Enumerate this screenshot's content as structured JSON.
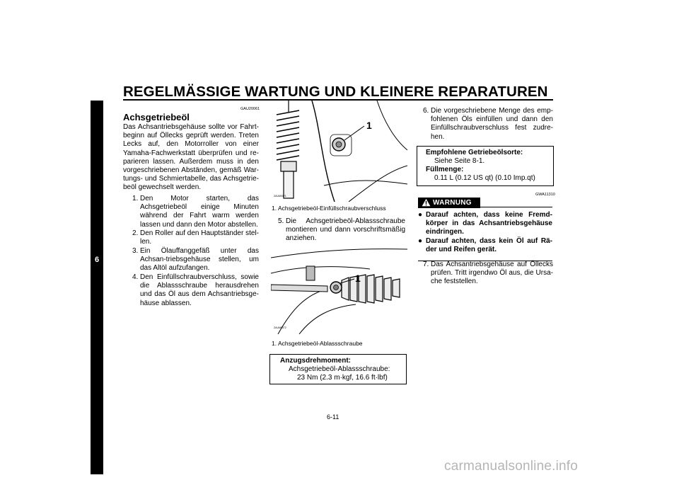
{
  "header": {
    "title": "REGELMÄSSIGE WARTUNG UND KLEINERE REPARATUREN"
  },
  "chapter_tab": "6",
  "left": {
    "code": "GAU20061",
    "heading": "Achsgetriebeöl",
    "intro": "Das Achsantriebsgehäuse sollte vor Fahrt-beginn auf Öllecks geprüft werden. Treten Lecks auf, den Motorroller von einer Yamaha-Fachwerkstatt überprüfen und re-parieren lassen. Außerdem muss in den vorgeschriebenen Abständen, gemäß War-tungs- und Schmiertabelle, das Achsgetrie-beöl gewechselt werden.",
    "steps": [
      {
        "num": "1.",
        "text": "Den Motor starten, das Achsgetriebeöl einige Minuten während der Fahrt warm werden lassen und dann den Motor abstellen."
      },
      {
        "num": "2.",
        "text": "Den Roller auf den Hauptständer stel-len."
      },
      {
        "num": "3.",
        "text": "Ein Ölauffanggefäß unter das Achsan-triebsgehäuse stellen, um das Altöl aufzufangen."
      },
      {
        "num": "4.",
        "text": "Den Einfüllschraubverschluss, sowie die Ablassschraube herausdrehen und das Öl aus dem Achsantriebsge-häuse ablassen."
      }
    ]
  },
  "middle": {
    "figure1": {
      "callout": "1",
      "code": "ZAUM0071",
      "caption": "1. Achsgetriebeöl-Einfüllschraubverschluss"
    },
    "step5": {
      "num": "5.",
      "text": "Die Achsgetriebeöl-Ablassschraube montieren und dann vorschriftsmäßig anziehen."
    },
    "figure2": {
      "callout": "1",
      "code": "ZAUM0072",
      "caption": "1. Achsgetriebeöl-Ablassschraube"
    },
    "torque_box": {
      "title": "Anzugsdrehmoment:",
      "line1": "Achsgetriebeöl-Ablassschraube:",
      "line2": "23 Nm (2.3 m·kgf, 16.6 ft·lbf)"
    }
  },
  "right": {
    "step6": {
      "num": "6.",
      "text": "Die vorgeschriebene Menge des emp-fohlenen Öls einfüllen und dann den Einfüllschraubverschluss fest zudre-hen."
    },
    "oil_box": {
      "title": "Empfohlene Getriebeölsorte:",
      "line1": "Siehe Seite 8-1.",
      "title2": "Füllmenge:",
      "line2": "0.11 L (0.12 US qt) (0.10 Imp.qt)"
    },
    "warning": {
      "code": "GWA11310",
      "label": "WARNUNG",
      "bullets": [
        "Darauf achten, dass keine Fremd-körper in das Achsantriebsgehäuse eindringen.",
        "Darauf achten, dass kein Öl auf Rä-der und Reifen gerät."
      ]
    },
    "step7": {
      "num": "7.",
      "text": "Das Achsantriebsgehäuse auf Öllecks prüfen. Tritt irgendwo Öl aus, die Ursa-che feststellen."
    }
  },
  "footer": {
    "page": "6-11",
    "watermark": "carmanualsonline.info"
  }
}
